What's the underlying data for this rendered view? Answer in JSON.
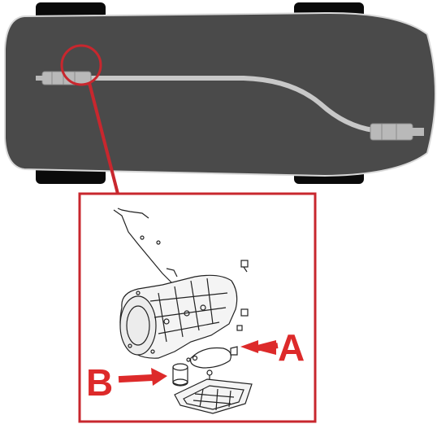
{
  "diagram": {
    "labels": {
      "a": "A",
      "b": "B"
    },
    "colors": {
      "vehicle_body": "#4a4a4a",
      "vehicle_outline": "#d9d9d9",
      "tire": "#0a0a0a",
      "exhaust_line": "#c8c8c8",
      "highlight_red": "#c8272e",
      "arrow_red": "#dd2a2a",
      "inset_background": "#ffffff",
      "line_art": "#222222"
    },
    "icons": [
      "transmission-assembly",
      "oil-pan",
      "oil-filter",
      "dipstick-tube",
      "drain-plug"
    ]
  }
}
